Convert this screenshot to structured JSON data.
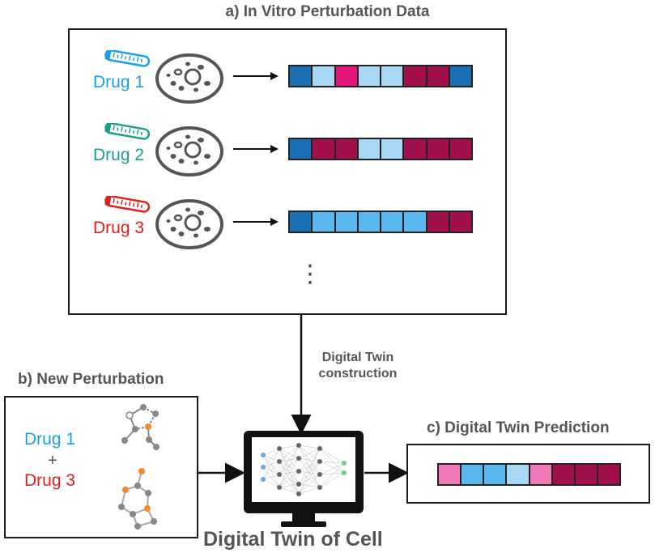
{
  "panel_a": {
    "title": "a) In Vitro Perturbation Data",
    "rows": [
      {
        "drug": "Drug 1",
        "color": "#1aa0e6",
        "cells": [
          "#1a6fb5",
          "#a9d8f6",
          "#e6157a",
          "#a9d8f6",
          "#a9d8f6",
          "#a0104c",
          "#a0104c",
          "#1a6fb5"
        ]
      },
      {
        "drug": "Drug 2",
        "color": "#1aa08c",
        "cells": [
          "#1a6fb5",
          "#a0104c",
          "#a0104c",
          "#a9d8f6",
          "#a9d8f6",
          "#a0104c",
          "#a0104c",
          "#a0104c"
        ]
      },
      {
        "drug": "Drug 3",
        "color": "#e0201b",
        "cells": [
          "#1a6fb5",
          "#5bb8ef",
          "#5bb8ef",
          "#5bb8ef",
          "#5bb8ef",
          "#5bb8ef",
          "#a0104c",
          "#a0104c"
        ]
      }
    ],
    "ellipsis": "⋮"
  },
  "connector": {
    "line1": "Digital Twin",
    "line2": "construction"
  },
  "panel_b": {
    "title": "b) New Perturbation",
    "drug_1": "Drug 1",
    "plus": "+",
    "drug_3": "Drug 3",
    "drug_1_color": "#1aa0e6",
    "drug_3_color": "#e0201b"
  },
  "panel_c": {
    "title": "c) Digital Twin Prediction",
    "cells": [
      "#f07ab8",
      "#5bb8ef",
      "#5bb8ef",
      "#a9d8f6",
      "#f07ab8",
      "#a0104c",
      "#a0104c",
      "#a0104c"
    ]
  },
  "computer": {
    "caption": "Digital Twin of Cell"
  }
}
